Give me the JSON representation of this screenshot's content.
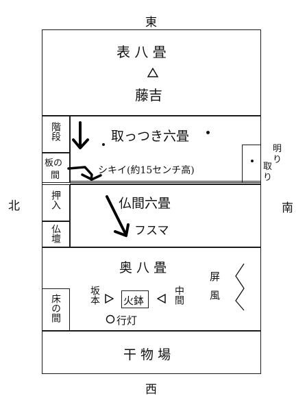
{
  "compass": {
    "east": "東",
    "west": "西",
    "north": "北",
    "south": "南"
  },
  "rooms": {
    "omote": {
      "name": "表 八 畳",
      "person": "藤吉"
    },
    "toritsuki": {
      "name": "取っつき六畳"
    },
    "butsuma": {
      "name": "仏間六畳",
      "fusuma": "フスマ"
    },
    "oku": {
      "name": "奥 八 畳"
    },
    "hoshimonoba": {
      "name": "干 物 場"
    }
  },
  "side_rooms": {
    "kaidan": "階段",
    "itanoma": "板の間",
    "oshiire": "押入",
    "butsudan": "仏壇",
    "tokonoma": "床の間",
    "akaritori": "明り取り"
  },
  "labels": {
    "shikii": "シキイ(約15センチ高)",
    "sakamoto": "坂本",
    "hibachi": "火鉢",
    "nakama": "中間",
    "andon": "行灯",
    "byobu": "屏風"
  },
  "colors": {
    "ink": "#111111",
    "line": "#1a1a1a"
  }
}
